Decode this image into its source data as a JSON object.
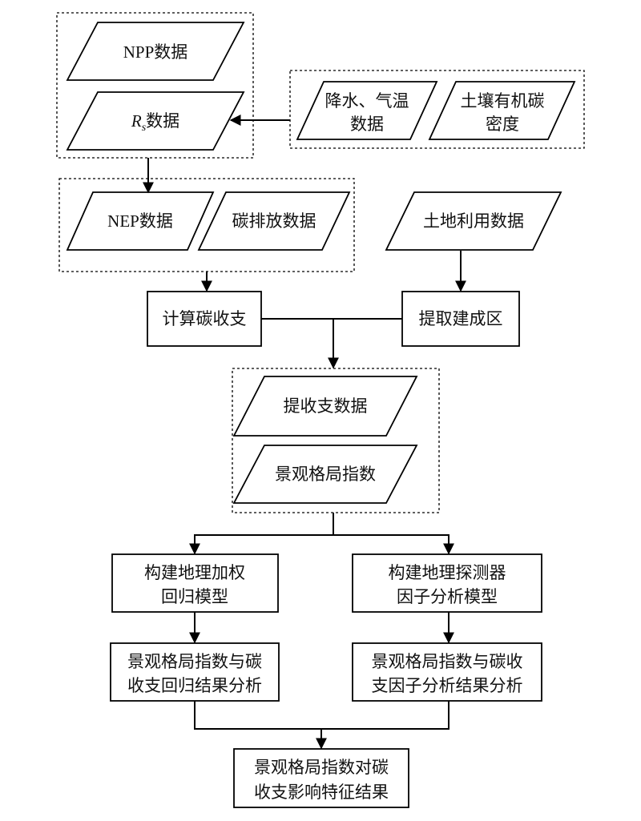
{
  "nodes": {
    "npp": "NPP数据",
    "rs_main": "R",
    "rs_sub": "s",
    "rs_suffix": "数据",
    "precip_l1": "降水、气温",
    "precip_l2": "数据",
    "soil_l1": "土壤有机碳",
    "soil_l2": "密度",
    "nep": "NEP数据",
    "emission": "碳排放数据",
    "landuse": "土地利用数据",
    "calc": "计算碳收支",
    "extract": "提取建成区",
    "balance": "提收支数据",
    "landscape": "景观格局指数",
    "gwr_l1": "构建地理加权",
    "gwr_l2": "回归模型",
    "geodet_l1": "构建地理探测器",
    "geodet_l2": "因子分析模型",
    "gwr_res_l1": "景观格局指数与碳",
    "gwr_res_l2": "收支回归结果分析",
    "geo_res_l1": "景观格局指数与碳收",
    "geo_res_l2": "支因子分析结果分析",
    "final_l1": "景观格局指数对碳",
    "final_l2": "收支影响特征结果"
  }
}
